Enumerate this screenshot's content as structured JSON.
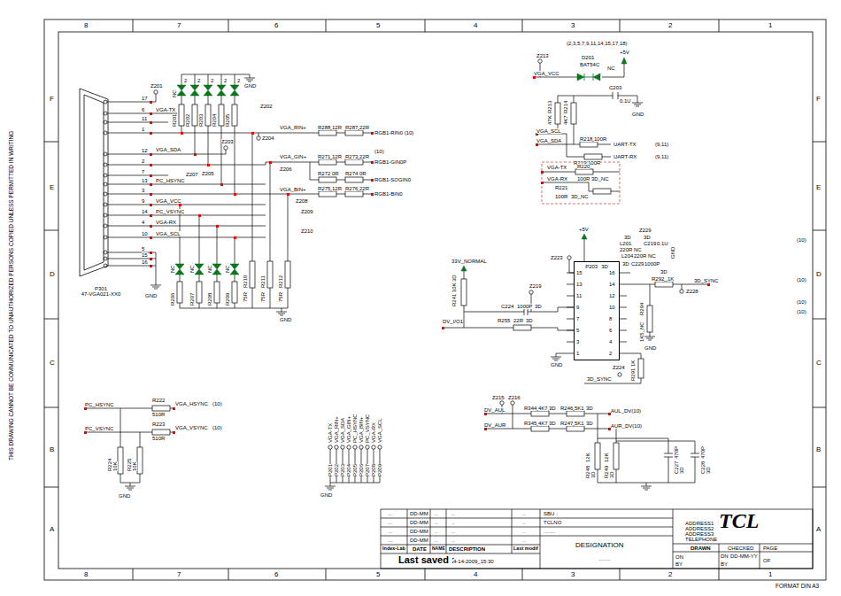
{
  "diagram": {
    "nodes": [
      {
        "text": [
          "P301",
          "47-VGA021-XX0"
        ]
      },
      {
        "text": [
          "P203",
          "3D"
        ]
      }
    ],
    "labels": [
      "8",
      "7",
      "6",
      "5",
      "4",
      "3",
      "2",
      "1",
      "8",
      "7",
      "6",
      "5",
      "4",
      "3",
      "2",
      "1",
      "F",
      "E",
      "D",
      "C",
      "B",
      "A",
      "F",
      "E",
      "D",
      "C",
      "B",
      "A",
      "THIS DRAWING CANNOT BE COMMUNICATED TO UNAUTHORIZED PERSONS COPIED UNLESS PERMITTED IN WRITING",
      "FORMAT DIN A3",
      "NC",
      "2",
      "2",
      "2",
      "2",
      "2",
      "Z201",
      "R201",
      "R202",
      "R203",
      "R204",
      "R205",
      "GND",
      "Z202",
      "17",
      "6",
      "11",
      "1",
      "12",
      "2",
      "7",
      "13",
      "3",
      "9",
      "14",
      "4",
      "10",
      "5",
      "15",
      "16",
      "VGA-TX",
      "Z203",
      "VGA_SDA",
      "Z204",
      "VGA_RIN+",
      "R288",
      "12R",
      "R287",
      "22R",
      "RGB1-RIN0 (10)",
      "Z205",
      "Z207",
      "PC_HSYNC",
      "VGA_GIN+",
      "Z206",
      "R271",
      "12R",
      "R273",
      "22R",
      "(10)",
      "RGB1-GIN0P",
      "RGB1-SOGIN0",
      "R272",
      "0R",
      "R274",
      "0R",
      "VGA_VCC",
      "PC_VSYNC",
      "VGA_BIN+",
      "Z208",
      "R275",
      "12R",
      "R276",
      "22R",
      "RGB1-BIN0",
      "VGA-RX",
      "Z209",
      "Z210",
      "VGA_SCL",
      "NC",
      "NC",
      "NC",
      "NC",
      "R206",
      "R207",
      "R208",
      "R209",
      "R210",
      "75R",
      "R211",
      "75R",
      "R212",
      "75R",
      "GND",
      "GND",
      "(2,3,5,7,9,11,14,15,17,18)",
      "Z213",
      "D201",
      "BAT54C",
      "NC",
      "+5V",
      "VGA_VCC",
      "C203",
      "0.1U",
      "GND",
      "R213",
      "47K",
      "R214",
      "4K7",
      "VGA_SCL",
      "VGA_SDA",
      "R218",
      "100R",
      "R219",
      "100R",
      "UART-TX",
      "(9,11)",
      "UART-RX",
      "(9,11)",
      "VGA-TX",
      "R220",
      "100R",
      "3D_NC",
      "VGA-RX",
      "R221",
      "100R",
      "3D_NC",
      "+5V",
      "Z229",
      "3D",
      "L201",
      "220R",
      "NC",
      "3D",
      "C219",
      "0.1U",
      "GND",
      "L204",
      "220R",
      "NC",
      "3D",
      "C229",
      "1000P",
      "Z223",
      "3D",
      "R292",
      "1K",
      "3D_SYNC",
      "Z228",
      "R294",
      "1K5_NC",
      "GND",
      "15",
      "13",
      "11",
      "9",
      "7",
      "5",
      "3",
      "1",
      "16",
      "14",
      "12",
      "10",
      "8",
      "6",
      "4",
      "2",
      "33V_NORMAL",
      "R241",
      "10K",
      "3D",
      "Z219",
      "C224",
      "1000P",
      "3D",
      "R255",
      "22R",
      "3D",
      "DV_I/O1",
      "GND",
      "Z224",
      "R291",
      "1K",
      "3D_SYNC",
      "(10)",
      "(10)",
      "(10)",
      "(10)",
      "PC_HSYNC",
      "R222",
      "510R",
      "VGA_HSYNC",
      "(10)",
      "PC_VSYNC",
      "R223",
      "510R",
      "VGA_VSYNC",
      "(10)",
      "R224",
      "10K",
      "R225",
      "10K",
      "GND",
      "VGA-TX",
      "VGA_RIN+",
      "VGA_SDA",
      "VGA_GIN+",
      "PC_HSYNC",
      "VGA_BIN+",
      "PC_VSYNC",
      "VGA-RX",
      "VGA_SCL",
      "P201",
      "P202",
      "P203",
      "P204",
      "P205",
      "P206",
      "P207",
      "P208",
      "P209",
      "GND",
      "Z215",
      "Z216",
      "DV_AUL",
      "R344",
      "4K7",
      "3D",
      "R246",
      "5K1",
      "3D",
      "AUL_DV(10)",
      "DV_AUR",
      "R345",
      "4K7",
      "3D",
      "R247",
      "5K1",
      "3D",
      "AUR_DV(10)",
      "R248",
      "12K",
      "3D",
      "R249",
      "12K",
      "3D",
      "C227",
      "470P",
      "3D",
      "C228",
      "470P",
      "3D",
      "...",
      "DD-MM",
      "..",
      "..",
      "..",
      "...",
      "DD-MM",
      "..",
      "..",
      "..",
      "...",
      "DD-MM",
      "..",
      "..",
      "..",
      "...",
      "DD-MM",
      "..",
      "..",
      "..",
      "Index-Lab",
      "DATE",
      "NAME",
      "DESCRIPTION",
      "Last modif",
      "Last saved :",
      "4-14-2009_15:30",
      "SBU :",
      "TCLNO",
      "........",
      "DESIGNATION",
      "........",
      "TCL",
      "ADDRESS1",
      "ADDRESS2",
      "ADDRESS3",
      "TELEPHONE",
      "DRAWN",
      "CHECKED",
      "PAGE",
      "ON",
      "BY",
      "DN",
      "DD-MM-YY",
      "BY",
      "OF"
    ]
  }
}
